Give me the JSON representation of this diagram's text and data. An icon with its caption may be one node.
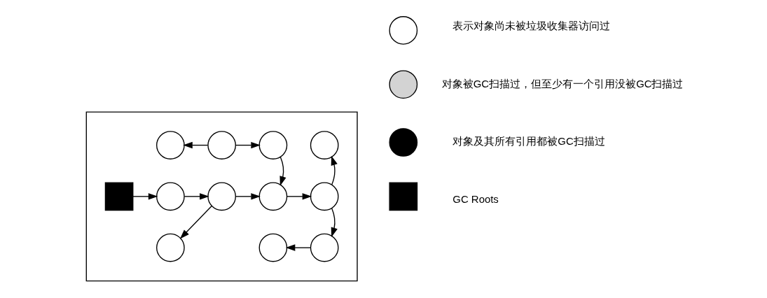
{
  "diagram": {
    "nodes": [
      {
        "text": [],
        "shape": "box"
      },
      {
        "text": [],
        "shape": "circle",
        "in": 0
      },
      {
        "text": [],
        "shape": "circle",
        "in": 0
      },
      {
        "text": [],
        "shape": "circle",
        "in": 0
      },
      {
        "text": [],
        "shape": "circle",
        "in": 0
      },
      {
        "text": [],
        "shape": "box",
        "in": 0
      },
      {
        "text": [],
        "shape": "circle",
        "in": 0
      },
      {
        "text": [],
        "shape": "circle",
        "in": 0
      },
      {
        "text": [],
        "shape": "circle",
        "in": 0
      },
      {
        "text": [],
        "shape": "circle",
        "in": 0
      },
      {
        "text": [],
        "shape": "circle",
        "in": 0
      },
      {
        "text": [],
        "shape": "circle",
        "in": 0
      },
      {
        "text": [],
        "shape": "circle",
        "in": 0
      },
      {
        "text": [],
        "shape": "box",
        "beside": [
          "GC Roots"
        ]
      },
      {
        "text": [],
        "shape": "circle",
        "beside": [
          "对象及其所有引用都被GC扫描过"
        ]
      },
      {
        "text": [],
        "shape": "circle",
        "beside": [
          "对象被GC扫描过，但至少有一个引用没被GC扫描过"
        ]
      },
      {
        "text": [],
        "shape": "circle",
        "beside": [
          "表示对象尚未被垃圾收集器访问过"
        ]
      }
    ],
    "edges": [
      {
        "from": 2,
        "to": 1,
        "arrow": "to"
      },
      {
        "from": 2,
        "to": 3,
        "arrow": "to"
      },
      {
        "from": 3,
        "to": 8,
        "arrow": "to"
      },
      {
        "from": 5,
        "to": 6,
        "arrow": "to"
      },
      {
        "from": 6,
        "to": 7,
        "arrow": "to"
      },
      {
        "from": 7,
        "to": 8,
        "arrow": "to"
      },
      {
        "from": 8,
        "to": 9,
        "arrow": "to"
      },
      {
        "from": 9,
        "to": 4,
        "arrow": "to"
      },
      {
        "from": 7,
        "to": 10,
        "arrow": "to"
      },
      {
        "from": 9,
        "to": 12,
        "arrow": "to"
      },
      {
        "from": 12,
        "to": 11,
        "arrow": "to"
      }
    ]
  }
}
